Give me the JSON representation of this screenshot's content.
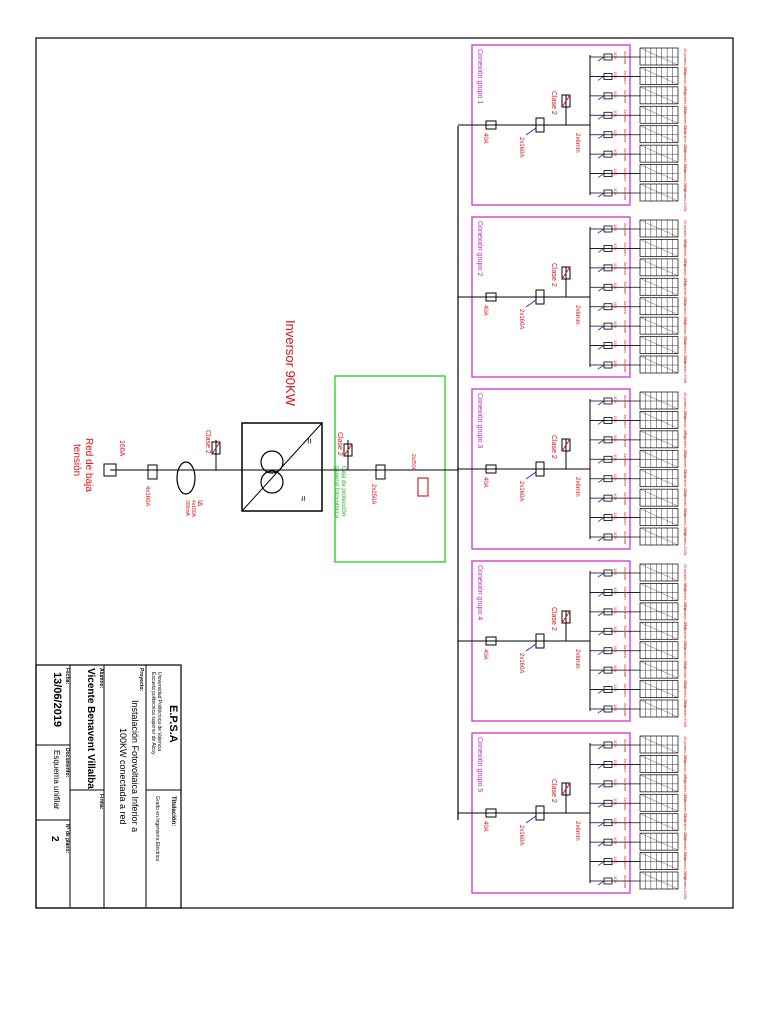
{
  "inverter": {
    "label": "Inversor 90KW"
  },
  "grid": {
    "label_line1": "Red de baja",
    "label_line2": "tensión",
    "fuse": "160A"
  },
  "ac_side": {
    "breaker": "4x160A",
    "diff_label": "I∆",
    "diff_rating": "4x160A",
    "diff_sens": "300mA"
  },
  "dc_main": {
    "spd": "Clase 2",
    "breaker": "2x250A",
    "switch_label": "2x250A",
    "box_note_1": "Caja de protección",
    "box_note_2": "general fotovoltaica"
  },
  "groups": [
    {
      "title": "Conexión grupo 1",
      "fuse": "40A",
      "breaker": "2x160A",
      "spd": "Clase 2",
      "cable": "2x6mm"
    },
    {
      "title": "Conexión grupo 2",
      "fuse": "40A",
      "breaker": "2x160A",
      "spd": "Clase 2",
      "cable": "2x6mm"
    },
    {
      "title": "Conexión grupo 3",
      "fuse": "40A",
      "breaker": "2x160A",
      "spd": "Clase 2",
      "cable": "2x6mm"
    },
    {
      "title": "Conexión grupo 4",
      "fuse": "40A",
      "breaker": "2x160A",
      "spd": "Clase 2",
      "cable": "2x6mm"
    },
    {
      "title": "Conexión grupo 5",
      "fuse": "40A",
      "breaker": "2x160A",
      "spd": "Clase 2",
      "cable": "2x6mm"
    }
  ],
  "string": {
    "fuse": "10A",
    "cable": "2x4mm",
    "panel_note": "15 paneles 270W"
  },
  "titleblock": {
    "org": "E.P.S.A",
    "university": "Universidad Politécnica de Valencia",
    "school": "Escuela politécnica superior de Alcoy",
    "degree_label": "Titulación:",
    "degree": "Grado en Ingeniería Eléctrica",
    "project_label": "Proyecto:",
    "project_line1": "Instalación Fotovoltaica Inferior a",
    "project_line2": "100KW conectada a red",
    "author_label": "Alumno:",
    "author": "Vicente Benavent Villalba",
    "sign_label": "Firma:",
    "date_label": "Fecha:",
    "date": "13/06/2019",
    "doc_label": "Documento:",
    "doc": "Esquema unifilar",
    "plan_label": "Nº de plano:",
    "plan_no": "2"
  },
  "colors": {
    "red": "#e01010",
    "magenta": "#d020c0",
    "green": "#20d020",
    "blue": "#2030d0"
  }
}
